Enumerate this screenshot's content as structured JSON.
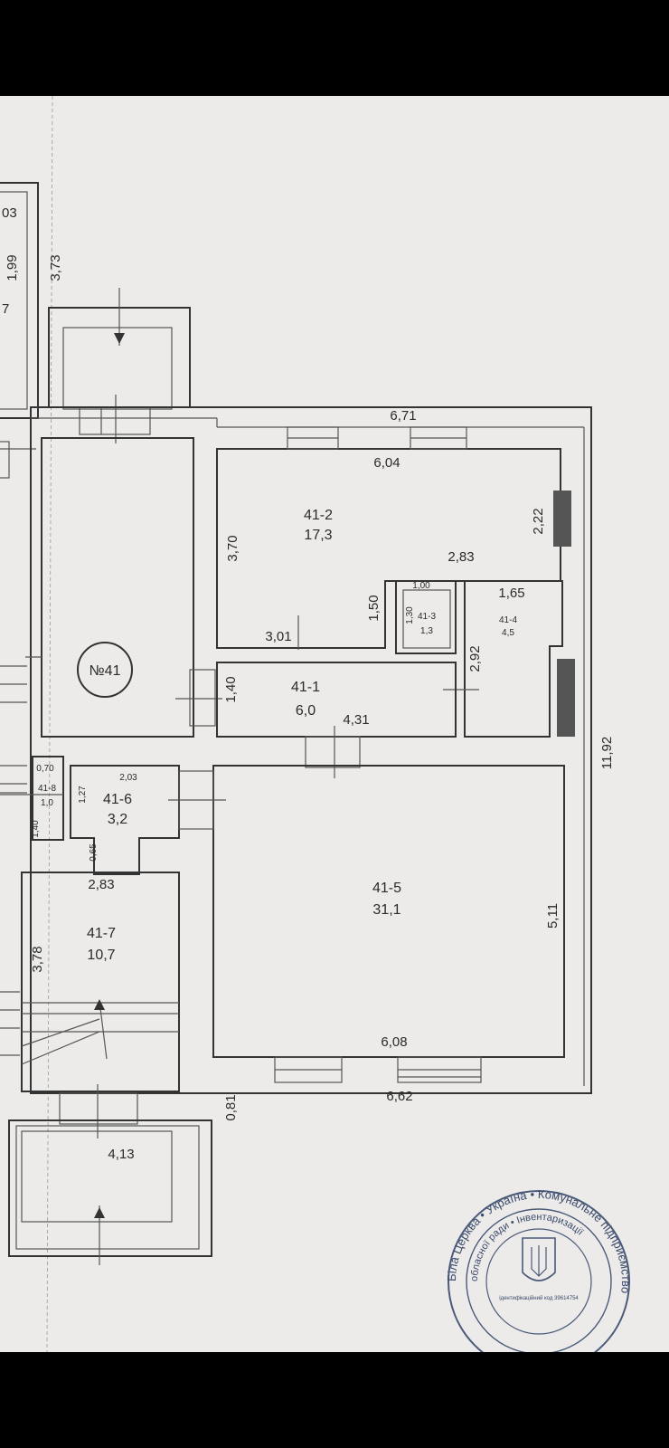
{
  "apartment": {
    "number_label": "№41"
  },
  "rooms": [
    {
      "id": "41-2",
      "area": "17,3"
    },
    {
      "id": "41-3",
      "area": "1,3"
    },
    {
      "id": "41-4",
      "area": "4,5"
    },
    {
      "id": "41-1",
      "area": "6,0"
    },
    {
      "id": "41-5",
      "area": "31,1"
    },
    {
      "id": "41-6",
      "area": "3,2"
    },
    {
      "id": "41-7",
      "area": "10,7"
    },
    {
      "id": "41-8",
      "area": "1,0"
    }
  ],
  "dimensions": {
    "top_outer": "6,71",
    "room2_width": "6,04",
    "room2_height": "3,70",
    "room2_notch": "2,22",
    "room2_inner": "2,83",
    "room2_step": "1,50",
    "room3_width": "1,00",
    "room3_height": "1,30",
    "room4_width": "1,65",
    "room4_height": "2,92",
    "room1_width": "3,01",
    "room1_height": "1,40",
    "room1_door": "4,31",
    "total_height": "11,92",
    "room5_height": "5,11",
    "room5_width": "6,08",
    "bottom_outer": "6,62",
    "offset_081": "0,81",
    "left_413": "4,13",
    "room7_width": "2,83",
    "room7_height": "3,78",
    "room6_width": "2,03",
    "room6_height": "1,27",
    "room6_door": "0,65",
    "room8_width": "0,70",
    "room8_height": "1,40",
    "top_left_373": "3,73",
    "top_left_199": "1,99",
    "top_left_03": "03",
    "top_left_7": "7"
  },
  "stamp": {
    "text_outer": "Біла Церква • Україна • Комунальне підприємство",
    "text_inner": "обласної ради • Інвентаризації",
    "code": "ідентифікаційний код 39614754"
  }
}
